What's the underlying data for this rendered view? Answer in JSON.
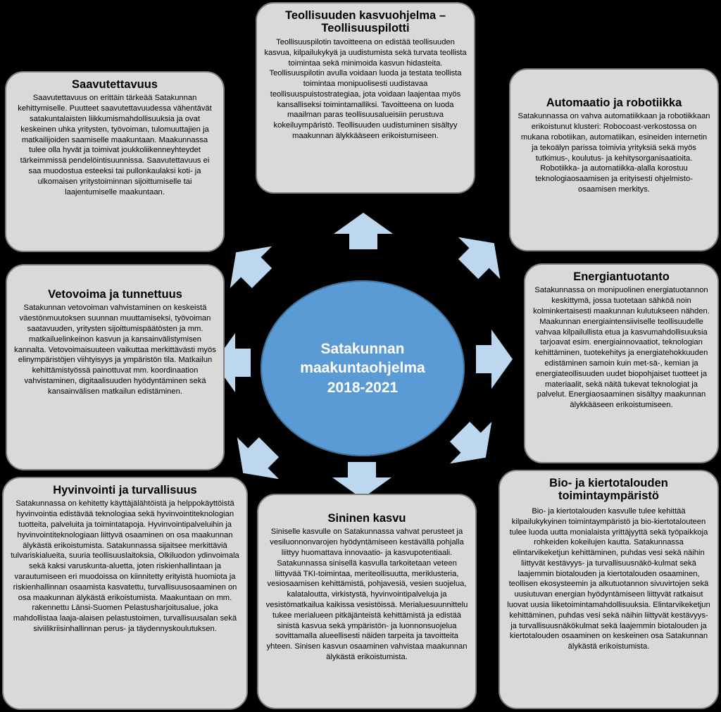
{
  "center": {
    "title": "Satakunnan\nmaakuntaohjelma\n2018-2021"
  },
  "colors": {
    "background": "#000000",
    "box_fill": "#d9d9d9",
    "box_border": "#7f7f7f",
    "center_fill": "#5b9bd5",
    "arrow_fill": "#bdd7ee"
  },
  "boxes": {
    "teollisuus": {
      "title": "Teollisuuden kasvuohjelma – Teollisuuspilotti",
      "text": "Teollisuuspilotin tavoitteena on edistää teollisuuden kasvua, kilpailukykyä ja uudistumista sekä turvata teollista toimintaa sekä minimoida kasvun hidasteita. Teollisuuspilotin avulla voidaan luoda ja testata teollista toimintaa monipuolisesti uudistavaa teollisuuspuistostrategiaa, jota voidaan laajentaa myös kansalliseksi toimintamalliksi. Tavoitteena on luoda maailman paras teollisuusalueisiin perustuva kokeiluympäristö. Teollisuuden uudistuminen sisältyy maakunnan älykkääseen erikoistumiseen."
    },
    "saavutettavuus": {
      "title": "Saavutettavuus",
      "text": "Saavutettavuus on erittäin tärkeää Satakunnan kehittymiselle. Puutteet saavutettavuudessa vähentävät satakuntalaisten liikkumismahdollisuuksia ja ovat keskeinen uhka yritysten, työvoiman, tulomuuttajien ja matkailijoiden saamiselle maakuntaan. Maakunnassa tulee olla hyvät ja toimivat joukkoliikenneyhteydet tärkeimmissä pendelöintisuunnissa. Saavutettavuus ei saa muodostua esteeksi tai pullonkaulaksi koti- ja ulkomaisen yritystoiminnan sijoittumiselle tai laajentumiselle maakuntaan."
    },
    "automaatio": {
      "title": "Automaatio ja robotiikka",
      "text": "Satakunnassa on vahva automatiikkaan ja robotiikkaan erikoistunut klusteri: Robocoast-verkostossa on mukana robotiikan, automatiikan, esineiden internetin ja tekoälyn parissa toimivia yrityksiä sekä myös tutkimus-, koulutus- ja kehitysorganisaatioita. Robotiikka- ja automatiikka-alalla korostuu teknologiaosaamisen ja erityisesti ohjelmisto-osaamisen merkitys."
    },
    "vetovoima": {
      "title": "Vetovoima ja tunnettuus",
      "text": "Satakunnan vetovoiman vahvistaminen on keskeistä väestönmuutoksen suunnan muuttamiseksi, työvoiman saatavuuden, yritysten sijoittumispäätösten ja mm. matkailuelinkeinon kasvun ja kansainvälistymisen kannalta. Vetovoimaisuuteen vaikuttaa merkittävästi myös elinympäristöjen viihtyisyys ja ympäristön tila. Matkailun kehittämistyössä painottuvat mm. koordinaation vahvistaminen, digitaalisuuden hyödyntäminen sekä kansainvälisen matkailun edistäminen."
    },
    "energia": {
      "title": "Energiantuotanto",
      "text": "Satakunnassa on monipuolinen energiatuotannon keskittymä, jossa tuotetaan sähköä noin kolminkertaisesti maakunnan kulutukseen nähden. Maakunnan energiaintensiiviselle teollisuudelle vahvaa kilpailullista etua ja kasvumahdollisuuksia tarjoavat esim. energiainnovaatiot, teknologian kehittäminen, tuotekehitys ja energiatehokkuuden edistäminen samoin kuin met-sä-, kemian ja energiateollisuuden uudet biopohjaiset tuotteet ja materiaalit, sekä näitä tukevat teknologiat ja palvelut. Energiaosaaminen sisältyy maakunnan älykkääseen erikoistumiseen."
    },
    "hyvinvointi": {
      "title": "Hyvinvointi ja turvallisuus",
      "text": "Satakunnassa on kehitetty käyttäjälähtöistä ja helppokäyttöistä hyvinvointia edistävää teknologiaa sekä hyvinvointiteknologian tuotteita, palveluita ja toimintatapoja. Hyvinvointipalveluihin ja hyvinvointiteknologiaan liittyvä osaaminen on osa maakunnan älykästä erikoistumista. Satakunnassa sijaitsee merkittäviä tulvariskialueita, suuria teollisuuslaitoksia, Olkiluodon ydinvoimala sekä kaksi varuskunta-aluetta, joten riskienhallintaan ja varautumiseen eri muodoissa on kiinnitetty erityistä huomiota ja riskienhallinnan osaamista kasvatettu, turvallisuusosaaminen on osa maakunnan älykästä erikoistumista. Maakuntaan on mm. rakennettu Länsi-Suomen Pelastusharjoitusalue, joka mahdollistaa laaja-alaisen pelastustoimen, turvallisuusalan sekä siviilikriisinhallinnan perus- ja täydennyskoulutuksen."
    },
    "sininen": {
      "title": "Sininen kasvu",
      "text": "Siniselle kasvulle on Satakunnassa vahvat perusteet ja vesiluonnonvarojen hyödyntämiseen kestävällä pohjalla liittyy huomattava innovaatio- ja kasvupotentiaali. Satakunnassa sinisellä kasvulla tarkoitetaan veteen liittyvää TKI-toimintaa, meriteollisuutta, meriklusteria, vesiosaamisen kehittämistä, pohjavesiä, vesien suojelua, kalataloutta, virkistystä, hyvinvointipalveluja ja vesistömatkailua kaikissa vesistöissä. Merialuesuunnittelu tukee merialueen pitkäjänteistä kehittämistä ja edistää sinistä kasvua sekä ympäristön- ja luonnonsuojelua sovittamalla alueellisesti näiden tarpeita ja tavoitteita yhteen. Sinisen kasvun osaaminen vahvistaa maakunnan älykästä erikoistumista."
    },
    "bio": {
      "title": "Bio- ja kiertotalouden toimintaympäristö",
      "text": "Bio- ja kiertotalouden kasvulle tulee kehittää kilpailukykyinen toimintaympäristö ja bio-kiertotalouteen tulee luoda uutta monialaista yrittäjyyttä sekä työpaikkoja rohkeiden kokeilujen kautta. Satakunnassa elintarvikeketjun kehittäminen, puhdas vesi sekä näihin liittyvät kestävyys- ja turvallisuusnäkö-kulmat sekä laajemmin biotalouden ja kiertotalouden osaaminen, teollisen ekosysteemin ja alkutuotannon sivuvirtojen sekä uusiutuvan energian hyödyntämiseen liittyvät ratkaisut luovat uusia liiketoimintamahdollisuuksia. Elintarvikeketjun kehittäminen, puhdas vesi sekä näihin liittyvät kestävyys- ja turvallisuusnäkökulmat sekä laajemmin biotalouden ja kiertotalouden osaaminen on keskeinen osa Satakunnan älykästä erikoistumista."
    }
  }
}
